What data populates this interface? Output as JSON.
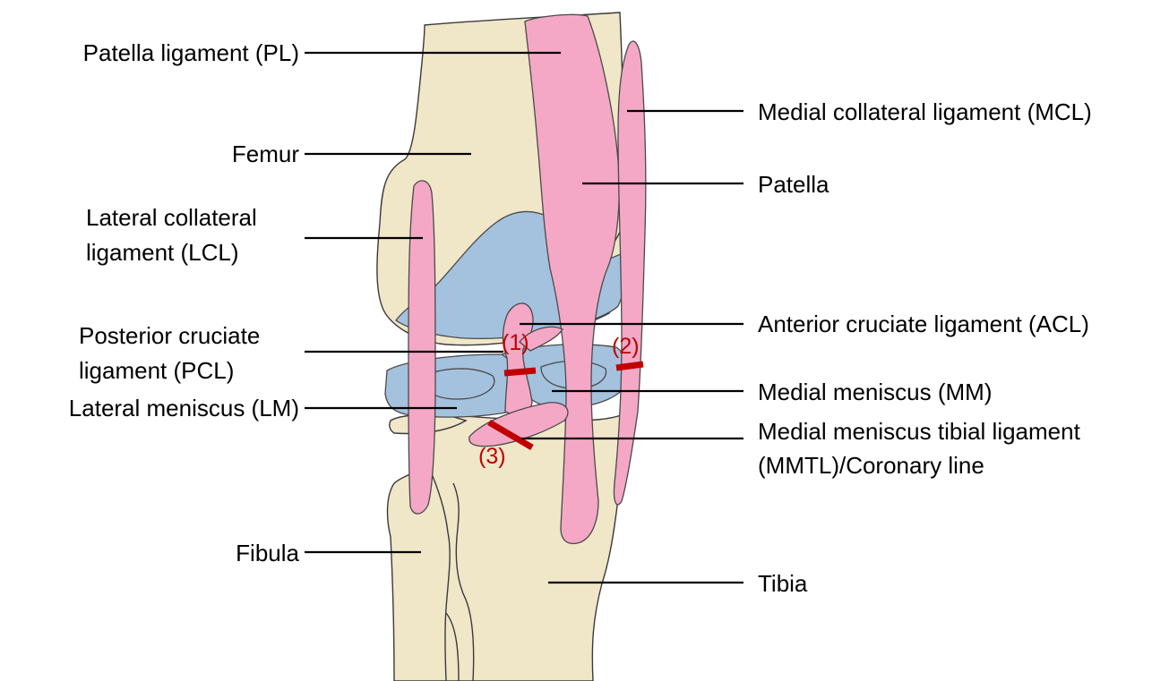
{
  "colors": {
    "bone": "#f0e6c8",
    "meniscus": "#a4c2de",
    "ligament": "#f4a8c6",
    "cut_mark": "#c00000",
    "outline": "#3a3a3a",
    "text": "#000000"
  },
  "labels": {
    "patella_ligament": "Patella ligament (PL)",
    "femur": "Femur",
    "lcl_line1": "Lateral collateral",
    "lcl_line2": "ligament (LCL)",
    "pcl_line1": "Posterior cruciate",
    "pcl_line2": "ligament (PCL)",
    "lateral_meniscus": "Lateral meniscus (LM)",
    "fibula": "Fibula",
    "mcl": "Medial collateral ligament (MCL)",
    "patella": "Patella",
    "acl": "Anterior cruciate ligament (ACL)",
    "medial_meniscus": "Medial meniscus (MM)",
    "mmtl_line1": "Medial meniscus tibial ligament",
    "mmtl_line2": "(MMTL)/Coronary line",
    "tibia": "Tibia"
  },
  "cut_marks": {
    "mark1": "(1)",
    "mark2": "(2)",
    "mark3": "(3)"
  }
}
